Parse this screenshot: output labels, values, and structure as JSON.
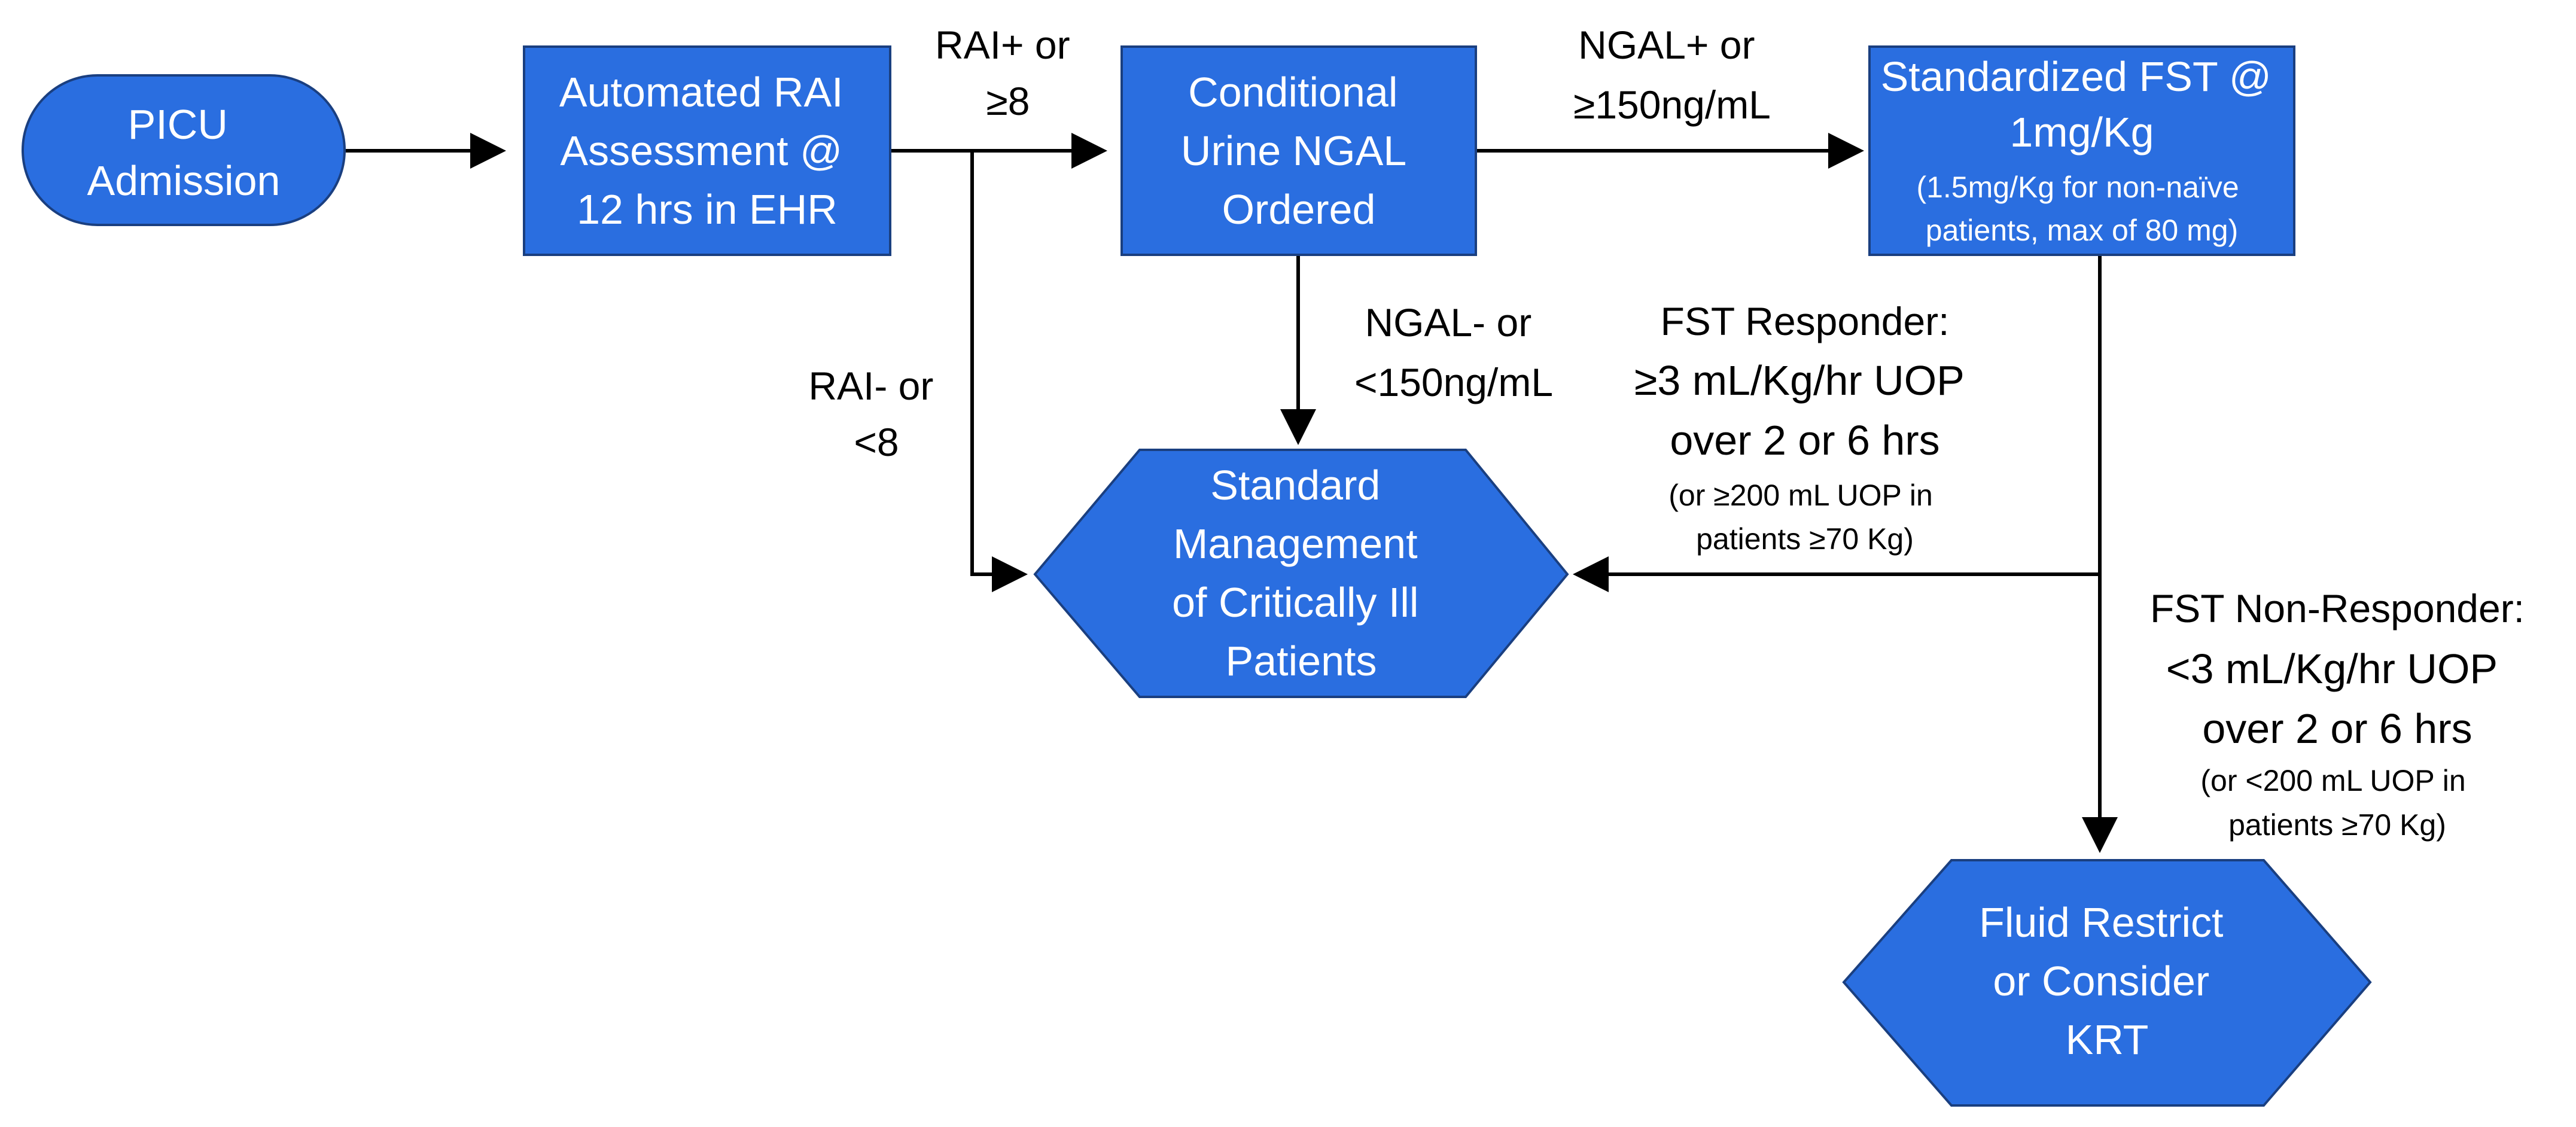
{
  "nodes": {
    "picu_admission": {
      "lines": [
        "PICU",
        "Admission"
      ],
      "shape": "terminator"
    },
    "rai_assessment": {
      "lines": [
        "Automated RAI",
        "Assessment @",
        "12 hrs in EHR"
      ],
      "shape": "process"
    },
    "ngal_ordered": {
      "lines": [
        "Conditional",
        "Urine NGAL",
        "Ordered"
      ],
      "shape": "process"
    },
    "fst": {
      "lines": [
        "Standardized FST @",
        "1mg/Kg"
      ],
      "sublines": [
        "(1.5mg/Kg for non-naïve",
        "patients, max of 80 mg)"
      ],
      "shape": "process"
    },
    "standard_management": {
      "lines": [
        "Standard",
        "Management",
        "of Critically Ill",
        "Patients"
      ],
      "shape": "hexagon"
    },
    "fluid_restrict": {
      "lines": [
        "Fluid Restrict",
        "or Consider",
        "KRT"
      ],
      "shape": "hexagon"
    }
  },
  "edge_labels": {
    "rai_positive": [
      "RAI+ or",
      "≥8"
    ],
    "rai_negative": [
      "RAI- or",
      "<8"
    ],
    "ngal_positive": [
      "NGAL+ or",
      "≥150ng/mL"
    ],
    "ngal_negative": [
      "NGAL- or",
      "<150ng/mL"
    ],
    "fst_responder": {
      "title": "FST Responder:",
      "criteria": [
        "≥3 mL/Kg/hr UOP",
        "over 2 or 6 hrs"
      ],
      "note": [
        "(or ≥200 mL UOP in",
        "patients ≥70 Kg)"
      ]
    },
    "fst_non_responder": {
      "title": "FST Non-Responder:",
      "criteria": [
        "<3 mL/Kg/hr UOP",
        "over 2 or 6 hrs"
      ],
      "note": [
        "(or <200 mL UOP in",
        "patients ≥70 Kg)"
      ]
    }
  },
  "colors": {
    "node_fill": "#2a6ee0",
    "node_border": "#1a3f80",
    "node_text": "#ffffff",
    "edge": "#000000"
  }
}
